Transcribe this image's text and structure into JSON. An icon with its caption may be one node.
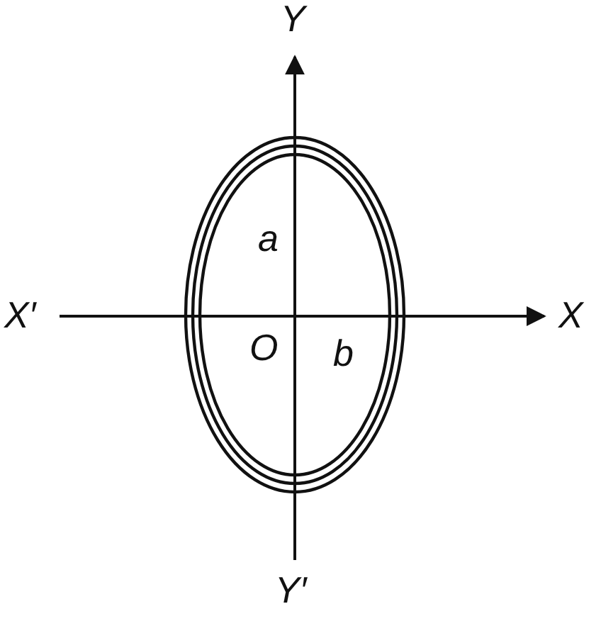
{
  "diagram": {
    "labels": [
      "Y",
      "a",
      "X′",
      "X",
      "O",
      "b",
      "Y′"
    ]
  }
}
